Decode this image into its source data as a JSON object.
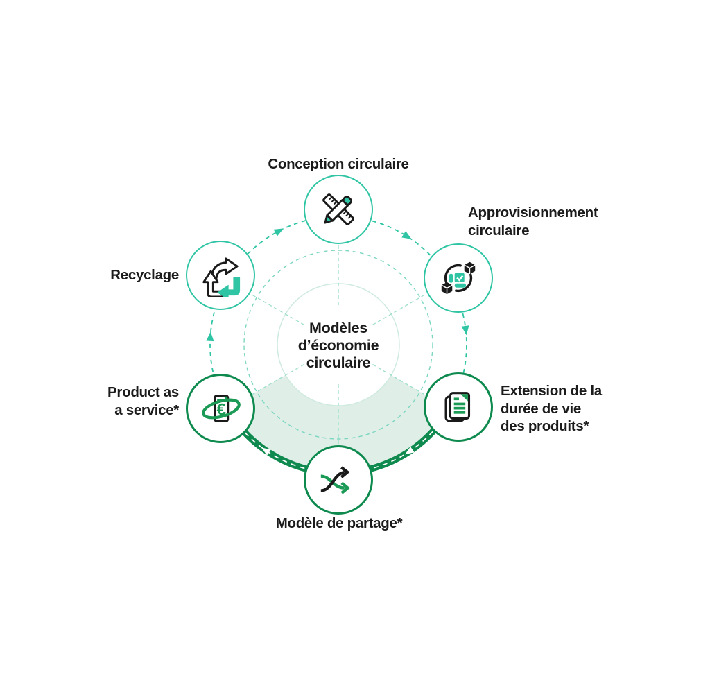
{
  "center": {
    "text": "Modèles\nd’économie\ncirculaire"
  },
  "nodes": [
    {
      "id": "conception",
      "label": "Conception circulaire",
      "icon": "ruler-pencil-icon",
      "accent": "#2FC5A4"
    },
    {
      "id": "approvisionnement",
      "label": "Approvisionnement\ncirculaire",
      "icon": "supply-cycle-boxes-icon",
      "accent": "#2FC5A4"
    },
    {
      "id": "extension",
      "label": "Extension de la\ndurée de vie\ndes produits*",
      "icon": "document-stack-icon",
      "accent": "#0E8A4F"
    },
    {
      "id": "partage",
      "label": "Modèle de partage*",
      "icon": "crossing-arrows-icon",
      "accent": "#0E8A4F"
    },
    {
      "id": "product",
      "label": "Product as\na service*",
      "icon": "invoice-euro-orbit-icon",
      "accent": "#0E8A4F"
    },
    {
      "id": "recyclage",
      "label": "Recyclage",
      "icon": "recycle-icon",
      "accent": "#2FC5A4"
    }
  ],
  "colors": {
    "teal": "#2FC5A4",
    "green_dark": "#0E8A4F",
    "green_icon": "#1B9A55",
    "sector_fill": "#DFEEE7",
    "ring_faint": "#CFEADF",
    "ring_dashed": "#7CD6C0",
    "spoke": "#9CDECB",
    "text": "#1B1B1B",
    "background": "#FFFFFF"
  }
}
